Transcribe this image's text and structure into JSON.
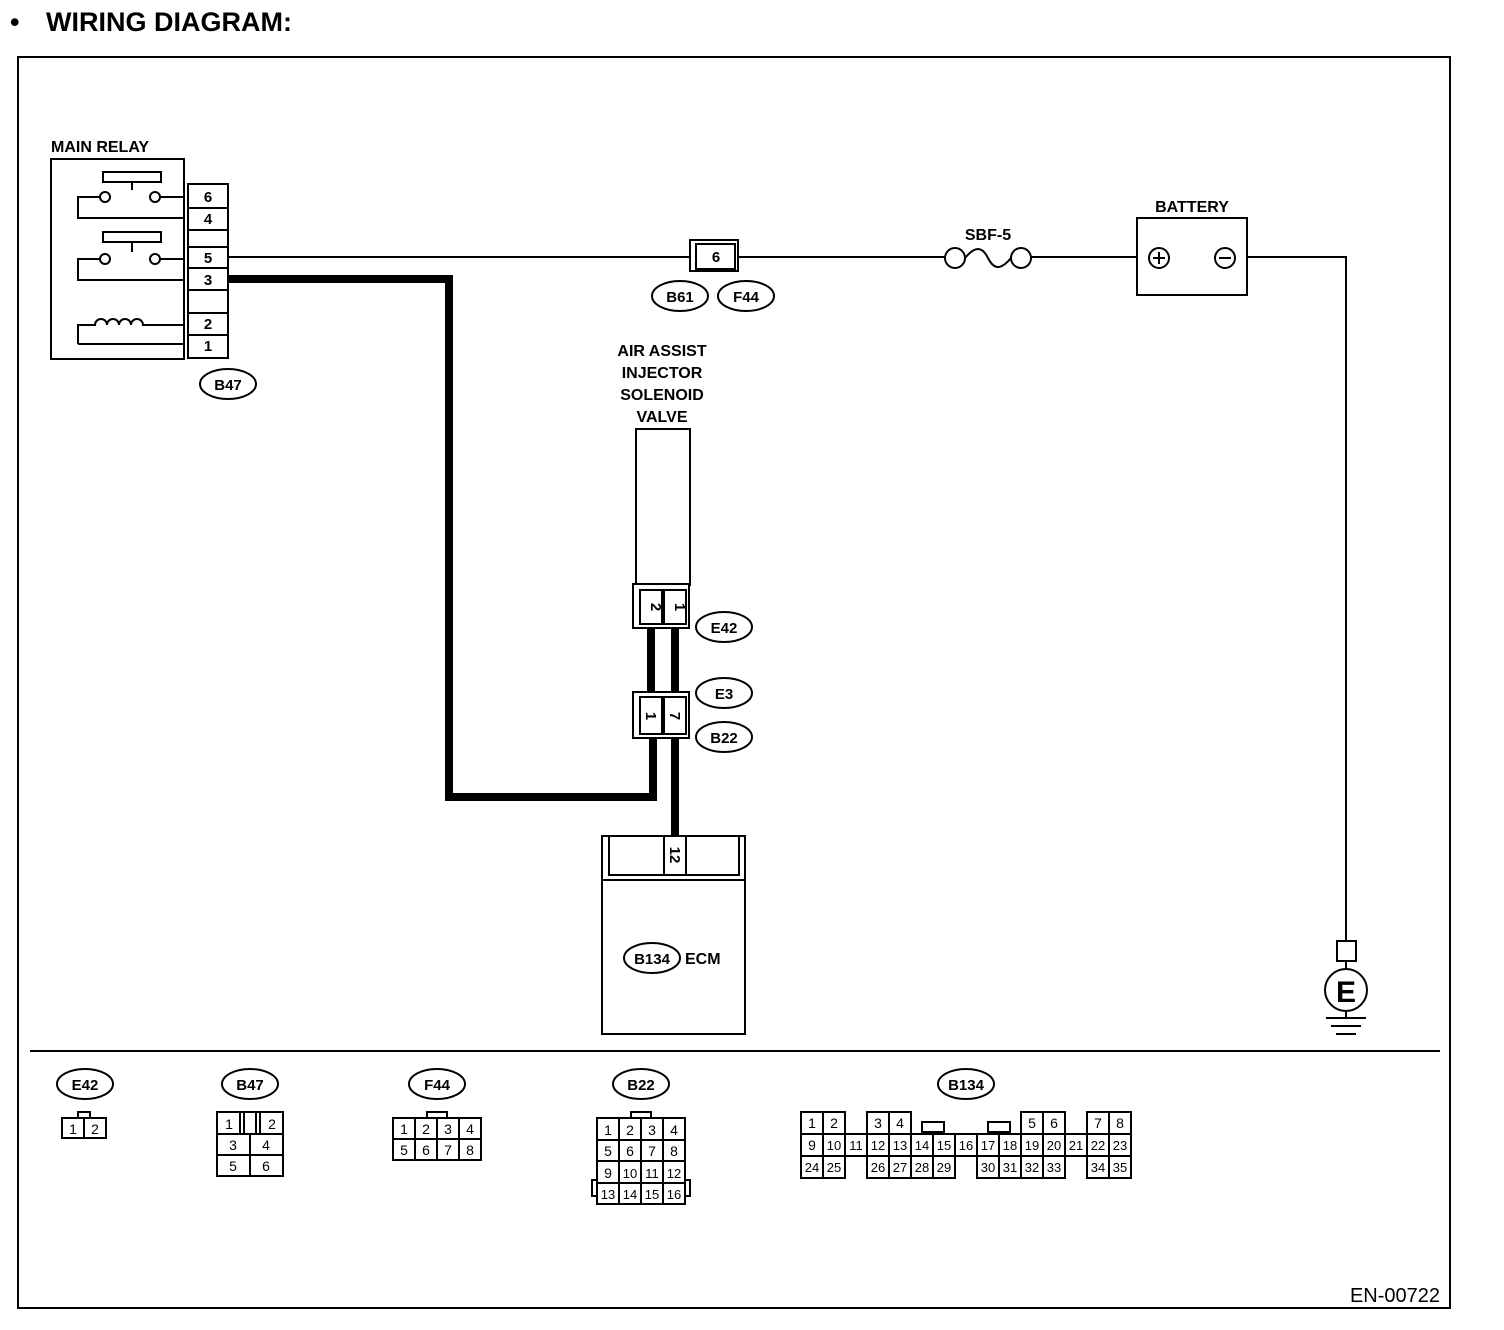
{
  "title": "WIRING DIAGRAM:",
  "bullet": "•",
  "code": "EN-00722",
  "main_relay": {
    "label": "MAIN RELAY",
    "connector": "B47",
    "pins": [
      "6",
      "4",
      "5",
      "3",
      "2",
      "1"
    ]
  },
  "joint_connector": {
    "pin": "6",
    "tags": [
      "B61",
      "F44"
    ]
  },
  "fuse": {
    "label": "SBF-5"
  },
  "battery": {
    "label": "BATTERY",
    "plus": "⊕",
    "minus": "⊖"
  },
  "solenoid": {
    "label_lines": [
      "AIR ASSIST",
      "INJECTOR",
      "SOLENOID",
      "VALVE"
    ],
    "connector": "E42",
    "pins": [
      "2",
      "1"
    ]
  },
  "junction": {
    "tags": [
      "E3",
      "B22"
    ],
    "pins": [
      "1",
      "7"
    ]
  },
  "ecm": {
    "label": "ECM",
    "connector": "B134",
    "pin": "12"
  },
  "ground": {
    "label": "E"
  },
  "connector_views": [
    {
      "tag": "E42",
      "rows": [
        [
          "1",
          "2"
        ]
      ]
    },
    {
      "tag": "B47",
      "rows": [
        [
          "1",
          "2"
        ],
        [
          "3",
          "4"
        ],
        [
          "5",
          "6"
        ]
      ]
    },
    {
      "tag": "F44",
      "rows": [
        [
          "1",
          "2",
          "3",
          "4"
        ],
        [
          "5",
          "6",
          "7",
          "8"
        ]
      ]
    },
    {
      "tag": "B22",
      "rows": [
        [
          "1",
          "2",
          "3",
          "4"
        ],
        [
          "5",
          "6",
          "7",
          "8"
        ],
        [
          "9",
          "10",
          "11",
          "12"
        ],
        [
          "13",
          "14",
          "15",
          "16"
        ]
      ]
    },
    {
      "tag": "B134",
      "rows": [
        [
          "1",
          "2",
          "",
          "3",
          "4",
          "",
          "",
          "",
          "",
          "",
          "5",
          "6",
          "",
          "7",
          "8"
        ],
        [
          "9",
          "10",
          "11",
          "12",
          "13",
          "14",
          "15",
          "16",
          "17",
          "18",
          "19",
          "20",
          "21",
          "22",
          "23"
        ],
        [
          "24",
          "25",
          "",
          "26",
          "27",
          "28",
          "29",
          "",
          "30",
          "31",
          "32",
          "33",
          "",
          "34",
          "35"
        ]
      ]
    }
  ]
}
